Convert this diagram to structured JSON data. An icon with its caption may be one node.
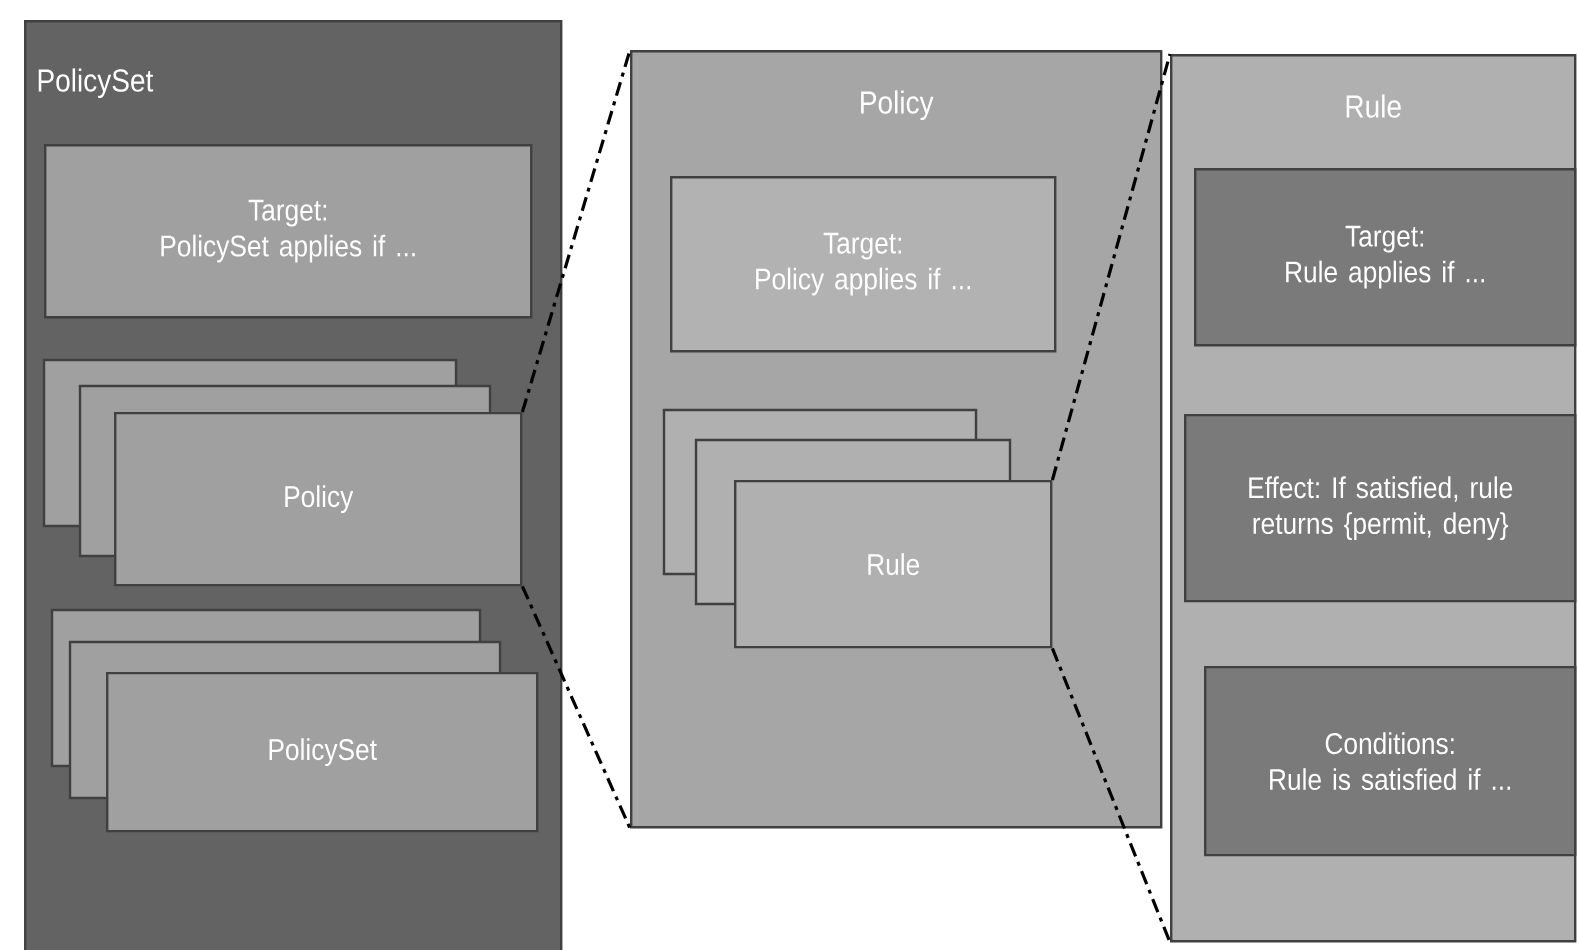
{
  "diagram": {
    "nodes": [
      {
        "text": [
          "PolicySet"
        ]
      },
      {
        "text": [
          "Target:",
          "PolicySet applies if ..."
        ],
        "in": 0
      },
      {
        "text": [
          "Policy"
        ],
        "in": 0
      },
      {
        "text": [
          "PolicySet"
        ],
        "in": 0
      },
      {
        "text": [
          "Policy"
        ]
      },
      {
        "text": [
          "Target:",
          "Policy applies if ..."
        ],
        "in": 4
      },
      {
        "text": [
          "Rule"
        ],
        "in": 4
      },
      {
        "text": [
          "Rule"
        ]
      },
      {
        "text": [
          "Target:",
          "Rule applies if ..."
        ],
        "in": 7
      },
      {
        "text": [
          "Effect: If satisfied, rule returns {permit, deny}"
        ],
        "in": 7
      },
      {
        "text": [
          "Conditions:",
          "Rule is satisfied if ..."
        ],
        "in": 7
      }
    ],
    "edges": [
      {
        "from": 2,
        "to": 4,
        "arrow": "none"
      },
      {
        "from": 2,
        "to": 4,
        "arrow": "none"
      },
      {
        "from": 6,
        "to": 7,
        "arrow": "none"
      },
      {
        "from": 6,
        "to": 7,
        "arrow": "none"
      }
    ]
  }
}
